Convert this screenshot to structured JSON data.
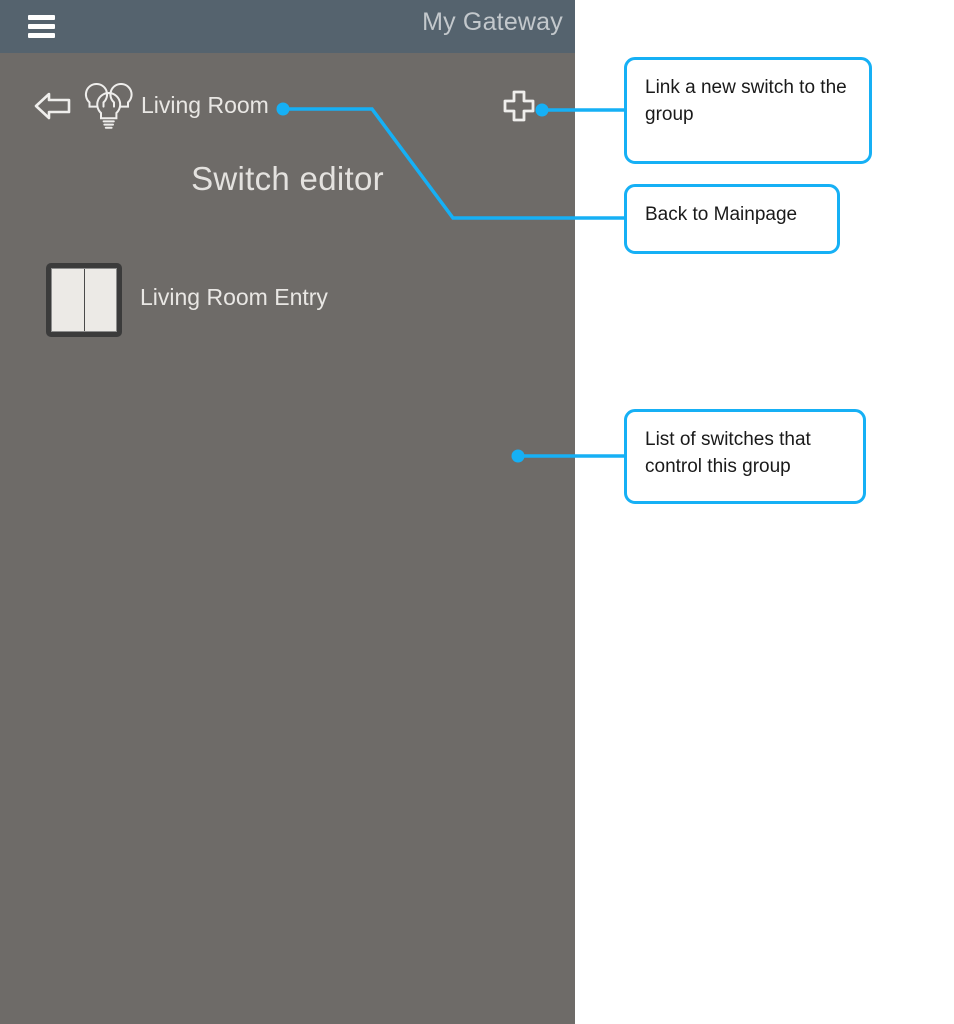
{
  "app_bar": {
    "menu_icon": "hamburger-menu-icon",
    "title": "My Gateway"
  },
  "breadcrumb": {
    "back_icon": "back-arrow-icon",
    "group_icon": "light-bulb-group-icon",
    "group_name": "Living Room",
    "add_icon": "plus-icon"
  },
  "page": {
    "title": "Switch editor"
  },
  "switch_list": {
    "items": [
      {
        "icon": "double-rocker-switch-icon",
        "label": "Living Room Entry"
      }
    ]
  },
  "annotations": [
    {
      "id": "add",
      "text": "Link a new switch to the group"
    },
    {
      "id": "back",
      "text": "Back to Mainpage"
    },
    {
      "id": "list",
      "text": "List of switches that control this group"
    }
  ],
  "colors": {
    "app_bar": "#55636e",
    "panel": "#6e6b68",
    "accent": "#16b0f5",
    "text_light": "#e9e7e4",
    "title_muted": "#c3c8cc",
    "callout_bg": "#ffffff",
    "callout_text": "#1a1a1a",
    "switch_plate_border": "#3b3b3b",
    "switch_plate_face": "#eceae6"
  }
}
